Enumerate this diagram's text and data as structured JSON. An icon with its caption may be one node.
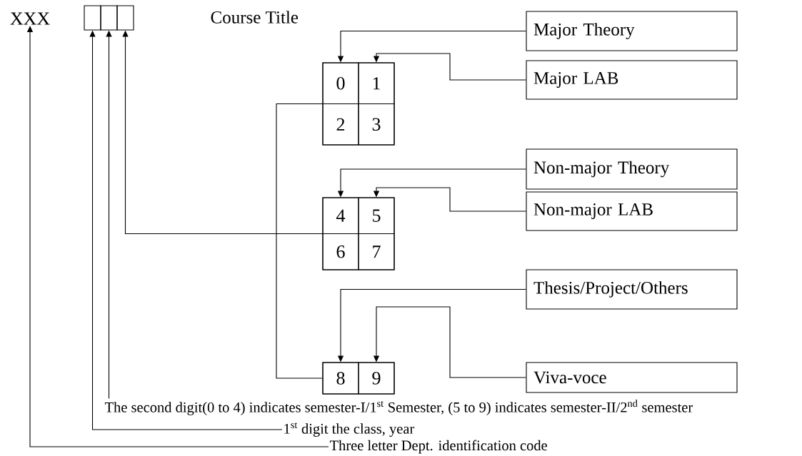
{
  "diagram": {
    "nodes": [
      {
        "text": [
          "XXX"
        ]
      },
      {
        "text": [],
        "shape": "box"
      },
      {
        "text": [],
        "shape": "box"
      },
      {
        "text": [],
        "shape": "box"
      },
      {
        "text": [],
        "shape": "box"
      },
      {
        "text": [
          "0"
        ],
        "in": 4
      },
      {
        "text": [
          "1"
        ],
        "in": 4
      },
      {
        "text": [
          "2"
        ],
        "in": 4
      },
      {
        "text": [
          "3"
        ],
        "in": 4
      },
      {
        "text": [],
        "shape": "box"
      },
      {
        "text": [
          "4"
        ],
        "in": 9
      },
      {
        "text": [
          "5"
        ],
        "in": 9
      },
      {
        "text": [
          "6"
        ],
        "in": 9
      },
      {
        "text": [
          "7"
        ],
        "in": 9
      },
      {
        "text": [],
        "shape": "box"
      },
      {
        "text": [
          "8"
        ],
        "in": 14
      },
      {
        "text": [
          "9"
        ],
        "in": 14
      },
      {
        "text": [
          "Major Theory"
        ]
      },
      {
        "text": [
          "Major LAB"
        ]
      },
      {
        "text": [
          "Non-major Theory"
        ]
      },
      {
        "text": [
          "Non-major LAB"
        ]
      },
      {
        "text": [
          "Thesis/Project/Others"
        ]
      },
      {
        "text": [
          "Viva-voce"
        ]
      },
      {
        "text": [
          "The second digit(0 to 4) indicates semester-I/1$^{st}$ Semester, (5 to 9) indicates semester-II/2$^{nd}$ semester"
        ]
      },
      {
        "text": [
          "1$^{st}$ digit the class, year"
        ]
      },
      {
        "text": [
          "Three letter Dept. identification code"
        ]
      }
    ],
    "edges": [
      {
        "from": 17,
        "to": 5,
        "arrow": "to"
      },
      {
        "from": 18,
        "to": 6,
        "arrow": "to"
      },
      {
        "from": 19,
        "to": 10,
        "arrow": "to"
      },
      {
        "from": 20,
        "to": 11,
        "arrow": "to"
      },
      {
        "from": 21,
        "to": 15,
        "arrow": "to"
      },
      {
        "from": 22,
        "to": 16,
        "arrow": "to"
      },
      {
        "from": 14,
        "to": 4,
        "arrow": "none"
      },
      {
        "from": 9,
        "to": 3,
        "arrow": "to"
      },
      {
        "from": 23,
        "to": 2,
        "arrow": "to"
      },
      {
        "from": 24,
        "to": 1,
        "arrow": "to"
      },
      {
        "from": 25,
        "to": 0,
        "arrow": "to"
      }
    ],
    "labels": [
      "Course Title"
    ]
  }
}
